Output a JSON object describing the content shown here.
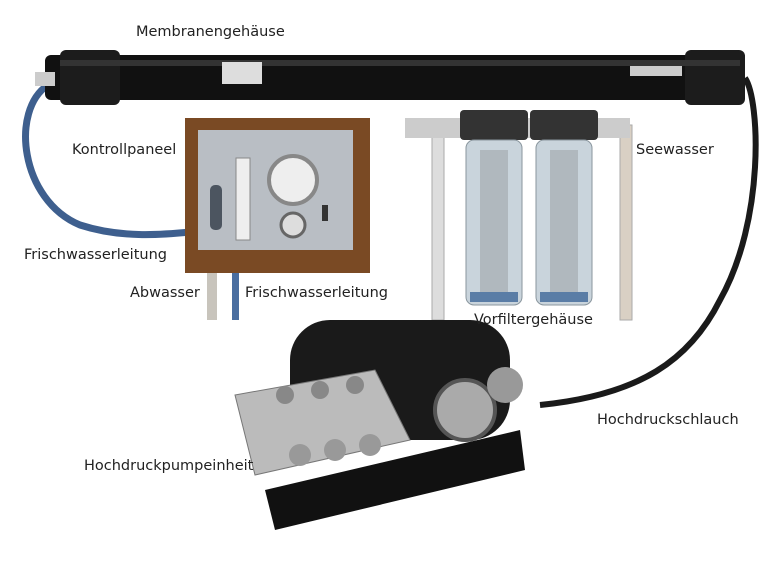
{
  "labels": {
    "membrane_housing": "Membranengehäuse",
    "control_panel": "Kontrollpaneel",
    "fresh_water_line_left": "Frischwasserleitung",
    "waste_water": "Abwasser",
    "fresh_water_line_bottom": "Frischwasserleitung",
    "prefilter_housing": "Vorfiltergehäuse",
    "sea_water": "Seewasser",
    "high_pressure_hose": "Hochdruckschlauch",
    "high_pressure_pump_unit": "Hochdruckpumpeinheit"
  },
  "colors": {
    "housing": "#111111",
    "wood": "#7a4a24",
    "plate": "#b9bec4",
    "blue_hose": "#4a6ea0",
    "filter": "#c9d4dc"
  }
}
